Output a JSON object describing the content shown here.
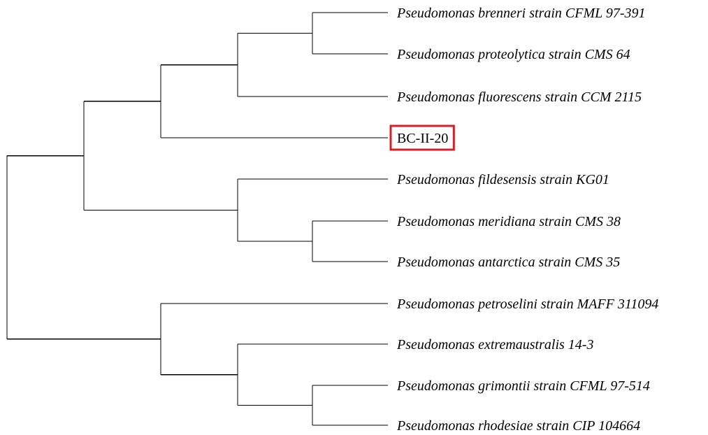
{
  "highlight_color": "#d42027",
  "leaves": [
    {
      "id": "brenneri",
      "label": "Pseudomonas brenneri strain CFML 97-391",
      "italic": true,
      "highlighted": false
    },
    {
      "id": "proteolytica",
      "label": "Pseudomonas proteolytica strain CMS 64",
      "italic": true,
      "highlighted": false
    },
    {
      "id": "fluorescens",
      "label": "Pseudomonas fluorescens strain CCM 2115",
      "italic": true,
      "highlighted": false
    },
    {
      "id": "bc",
      "label": "BC-II-20",
      "italic": false,
      "highlighted": true
    },
    {
      "id": "fildesensis",
      "label": "Pseudomonas fildesensis strain KG01",
      "italic": true,
      "highlighted": false
    },
    {
      "id": "meridiana",
      "label": "Pseudomonas meridiana strain CMS 38",
      "italic": true,
      "highlighted": false
    },
    {
      "id": "antarctica",
      "label": "Pseudomonas antarctica strain CMS 35",
      "italic": true,
      "highlighted": false
    },
    {
      "id": "petroselini",
      "label": "Pseudomonas petroselini strain MAFF 311094",
      "italic": true,
      "highlighted": false
    },
    {
      "id": "extremaustralis",
      "label": "Pseudomonas extremaustralis 14-3",
      "italic": true,
      "highlighted": false
    },
    {
      "id": "grimontii",
      "label": "Pseudomonas grimontii strain CFML 97-514",
      "italic": true,
      "highlighted": false
    },
    {
      "id": "rhodesiae",
      "label": "Pseudomonas rhodesiae strain CIP 104664",
      "italic": true,
      "highlighted": false
    }
  ],
  "topology": {
    "children": [
      {
        "children": [
          {
            "children": [
              {
                "children": [
                  {
                    "leaf": 0
                  },
                  {
                    "leaf": 1
                  }
                ]
              },
              {
                "leaf": 2
              }
            ]
          },
          {
            "leaf": 3
          }
        ]
      },
      {
        "children": [
          {
            "leaf": 4
          },
          {
            "children": [
              {
                "leaf": 5
              },
              {
                "leaf": 6
              }
            ]
          }
        ]
      }
    ]
  },
  "bottom_clade": {
    "children": [
      {
        "leaf": 7
      },
      {
        "children": [
          {
            "leaf": 8
          },
          {
            "children": [
              {
                "leaf": 9
              },
              {
                "leaf": 10
              }
            ]
          }
        ]
      }
    ]
  }
}
